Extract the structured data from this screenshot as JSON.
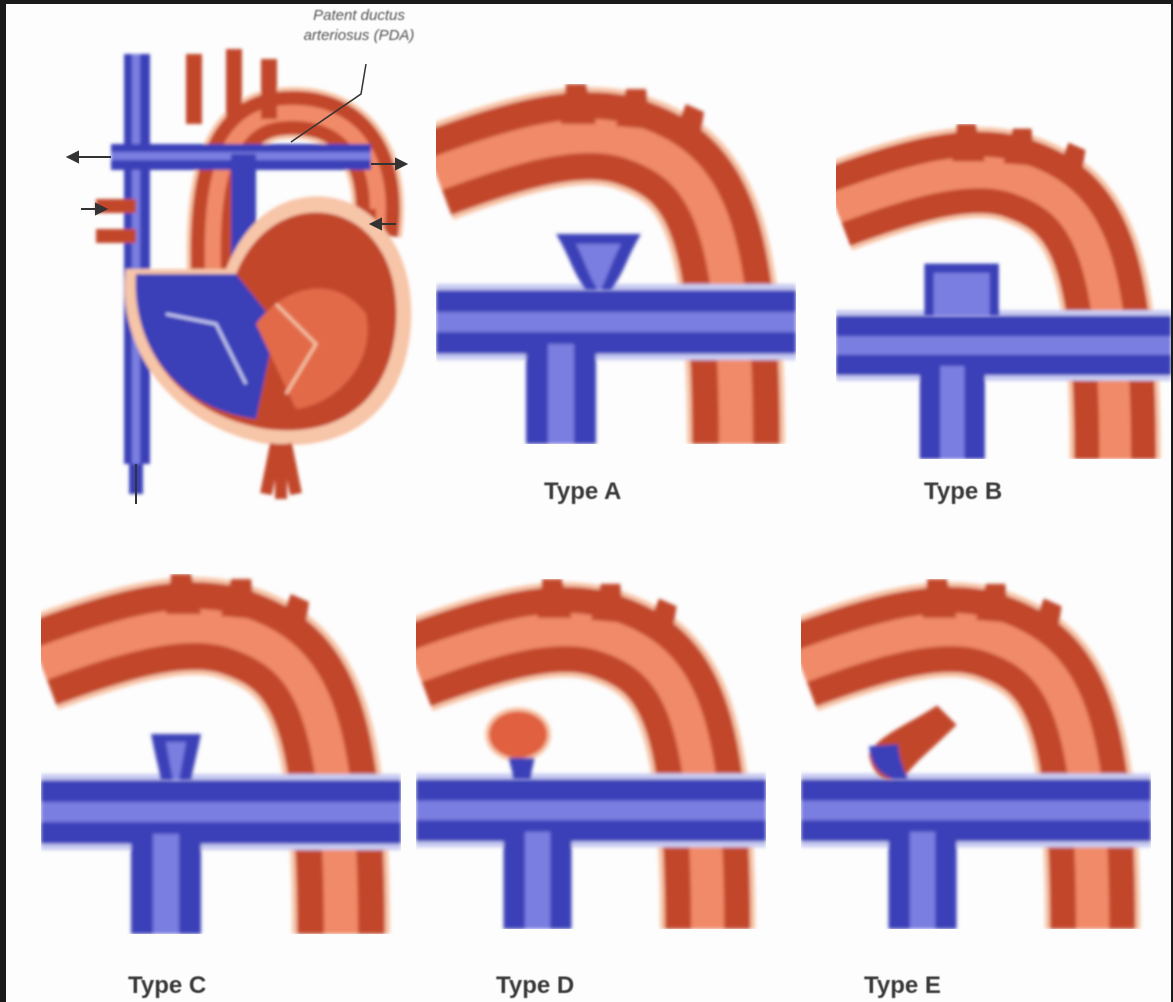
{
  "callout": {
    "line1": "Patent ductus",
    "line2": "arteriosus (PDA)"
  },
  "types": [
    {
      "id": "A",
      "label": "Type A"
    },
    {
      "id": "B",
      "label": "Type B"
    },
    {
      "id": "C",
      "label": "Type C"
    },
    {
      "id": "D",
      "label": "Type D"
    },
    {
      "id": "E",
      "label": "Type E"
    }
  ],
  "colors": {
    "aorta": "#c2462b",
    "aorta_light": "#f08a68",
    "aorta_edge": "#f7c5a8",
    "artery": "#3a3fb8",
    "artery_light": "#7a7ee0",
    "artery_edge": "#c8cbf2"
  }
}
